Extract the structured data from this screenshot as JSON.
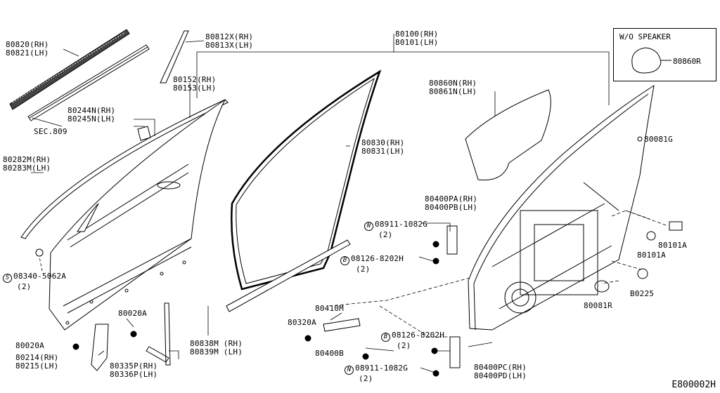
{
  "inset": {
    "title": "W/O SPEAKER",
    "part": "80860R"
  },
  "reference": "E800002H",
  "labels": {
    "l80820": [
      "80820(RH)",
      "80821(LH)"
    ],
    "l80812": [
      "80812X(RH)",
      "80813X(LH)"
    ],
    "l80100": [
      "80100(RH)",
      "80101(LH)"
    ],
    "l80152": [
      "80152(RH)",
      "80153(LH)"
    ],
    "l80860n": [
      "80860N(RH)",
      "80861N(LH)"
    ],
    "l80244": [
      "80244N(RH)",
      "80245N(LH)"
    ],
    "sec809": [
      "SEC.809"
    ],
    "l80081g": [
      "80081G"
    ],
    "l80830": [
      "80830(RH)",
      "80831(LH)"
    ],
    "l80282": [
      "80282M(RH)",
      "80283M(LH)"
    ],
    "l80400pa": [
      "80400PA(RH)",
      "80400PB(LH)"
    ],
    "l08911a": [
      "08911-1082G",
      "(2)"
    ],
    "l80101a1": [
      "80101A"
    ],
    "l80101a2": [
      "80101A"
    ],
    "l08126a": [
      "08126-8202H",
      "(2)"
    ],
    "l08340": [
      "08340-5062A",
      "(2)"
    ],
    "l80225": [
      "B0225"
    ],
    "l80081r": [
      "80081R"
    ],
    "l80410m": [
      "80410M"
    ],
    "l80020a1": [
      "80020A"
    ],
    "l80320a": [
      "80320A"
    ],
    "l08126b": [
      "08126-8202H",
      "(2)"
    ],
    "l80020a2": [
      "80020A"
    ],
    "l80838": [
      "80838M (RH)",
      "80839M (LH)"
    ],
    "l80214": [
      "80214(RH)",
      "80215(LH)"
    ],
    "l80335": [
      "80335P(RH)",
      "80336P(LH)"
    ],
    "l80400b": [
      "80400B"
    ],
    "l08911b": [
      "08911-1082G",
      "(2)"
    ],
    "l80400pc": [
      "80400PC(RH)",
      "80400PD(LH)"
    ]
  },
  "callout_marks": {
    "n": "N",
    "b": "B",
    "s": "S"
  }
}
